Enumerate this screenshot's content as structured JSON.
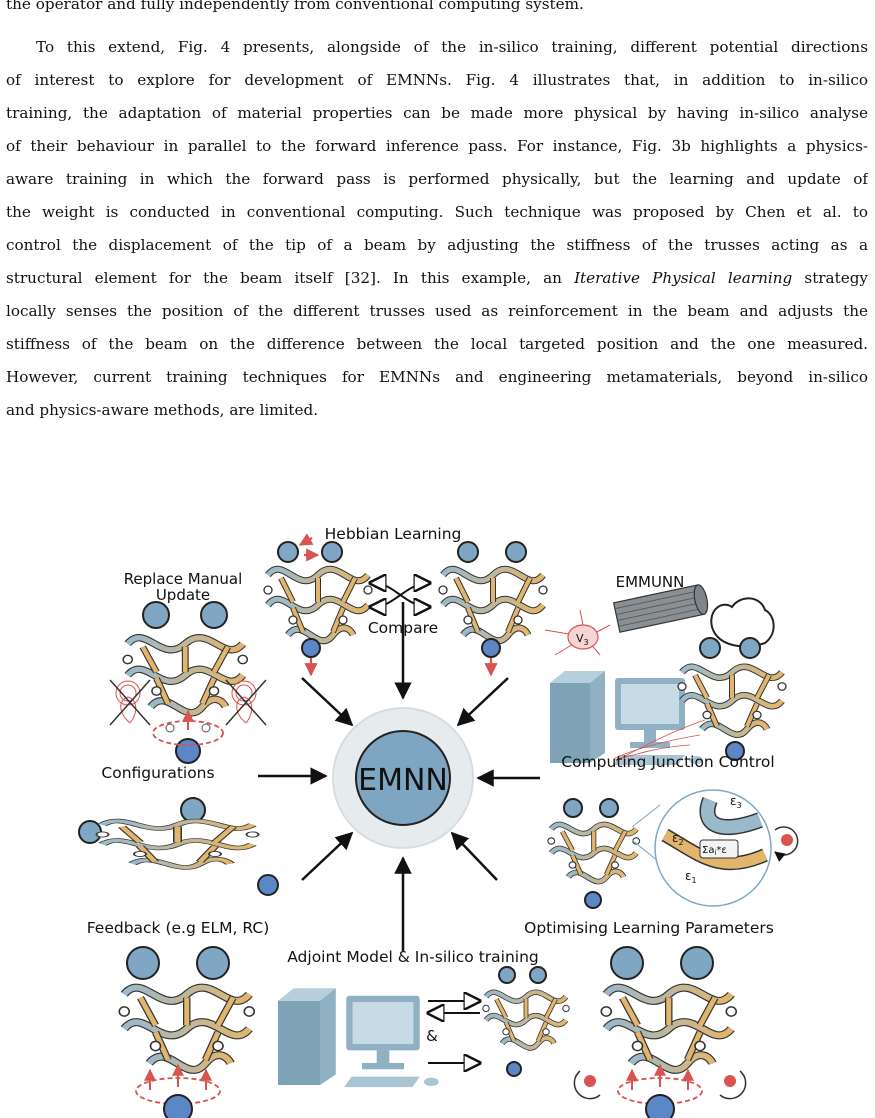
{
  "paragraphs": [
    {
      "lines": [
        "the operator and fully independently from conventional computing system."
      ]
    },
    {
      "lines": [
        "To this extend, Fig. 4 presents, alongside of the in-silico training, different potential directions",
        "of interest to explore for development of EMNNs. Fig. 4 illustrates that, in addition to in-silico",
        "training, the adaptation of material properties can be made more physical by having in-silico analyse",
        "of their behaviour in parallel to the forward inference pass. For instance, Fig. 3b highlights a physics-",
        "aware training in which the forward pass is performed physically, but the learning and update of",
        "the weight is conducted in conventional computing. Such technique was proposed by Chen et al. to",
        "control the displacement of the tip of a beam by adjusting the stiffness of the trusses acting as a"
      ],
      "line8_pre": "structural element for the beam itself [32]. In this example, an ",
      "line8_em": "Iterative Physical learning",
      "line8_post": " strategy",
      "lines_end": [
        "locally senses the position of the different trusses used as reinforcement in the beam and adjusts the",
        "stiffness of the beam on the difference between the local targeted position and the one measured.",
        "However, current training techniques for EMNNs and engineering metamaterials, beyond in-silico",
        "and physics-aware methods, are limited."
      ]
    }
  ],
  "figure": {
    "center_label": "EMNN",
    "labels": {
      "hebbian": "Hebbian Learning",
      "compare": "Compare",
      "replace_1": "Replace Manual",
      "replace_2": "Update",
      "emmunn": "EMMUNN",
      "v3": "V",
      "v3_sub": "3",
      "configurations": "Configurations",
      "junction": "Computing Junction Control",
      "feedback": "Feedback (e.g ELM, RC)",
      "optimising": "Optimising Learning Parameters",
      "adjoint": "Adjoint Model & In-silico training",
      "amp": "&",
      "eps1": "ε",
      "eps2": "ε",
      "eps3": "ε",
      "sum": "Σa",
      "sum_post": "*ε"
    },
    "colors": {
      "node_fill": "#7fa7c3",
      "node_bottom": "#5b87c7",
      "beam_blue": "#9ab9cb",
      "beam_orange": "#e2b56c",
      "red": "#d9534f",
      "center_fill": "#7ea6c2",
      "center_ring": "#e6ebee",
      "computer": "#8fb1c3"
    }
  }
}
